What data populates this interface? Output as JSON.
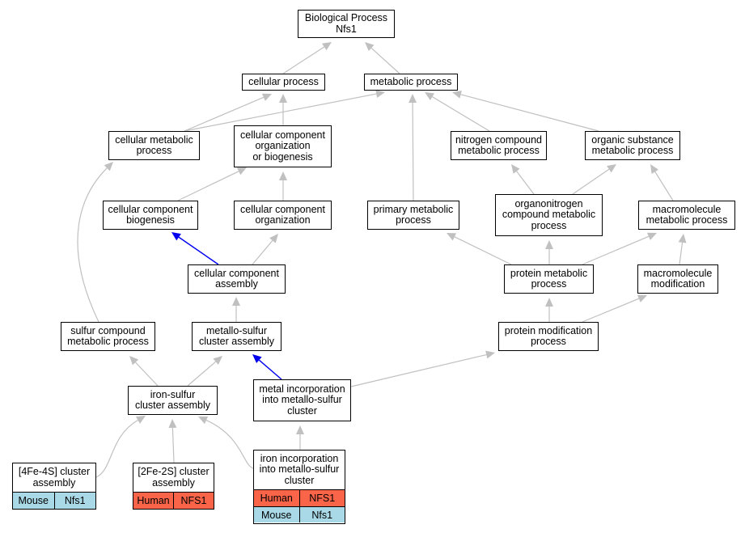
{
  "diagram": {
    "colors": {
      "edge": "#c0c0c0",
      "highlight_edge": "#0000ee",
      "human": "#fa6448",
      "mouse": "#a9d9e7"
    },
    "nodes": [
      {
        "id": "root",
        "label": "Biological Process\nNfs1"
      },
      {
        "id": "cp",
        "label": "cellular process"
      },
      {
        "id": "mp",
        "label": "metabolic process"
      },
      {
        "id": "cmp",
        "label": "cellular metabolic\nprocess"
      },
      {
        "id": "ccob",
        "label": "cellular component\norganization\nor biogenesis"
      },
      {
        "id": "ncmp",
        "label": "nitrogen compound\nmetabolic process"
      },
      {
        "id": "osmp",
        "label": "organic substance\nmetabolic process"
      },
      {
        "id": "ccb",
        "label": "cellular component\nbiogenesis"
      },
      {
        "id": "cco",
        "label": "cellular component\norganization"
      },
      {
        "id": "pmp",
        "label": "primary metabolic\nprocess"
      },
      {
        "id": "oncmp",
        "label": "organonitrogen\ncompound metabolic\nprocess"
      },
      {
        "id": "mmp",
        "label": "macromolecule\nmetabolic process"
      },
      {
        "id": "cca",
        "label": "cellular component\nassembly"
      },
      {
        "id": "prmp",
        "label": "protein metabolic\nprocess"
      },
      {
        "id": "mm",
        "label": "macromolecule\nmodification"
      },
      {
        "id": "scmp",
        "label": "sulfur compound\nmetabolic process"
      },
      {
        "id": "msca",
        "label": "metallo-sulfur\ncluster assembly"
      },
      {
        "id": "pmod",
        "label": "protein modification\nprocess"
      },
      {
        "id": "isca",
        "label": "iron-sulfur\ncluster assembly"
      },
      {
        "id": "mimsc",
        "label": "metal incorporation\ninto metallo-sulfur\ncluster"
      }
    ],
    "annotated": [
      {
        "id": "fe4s",
        "label": "[4Fe-4S] cluster\nassembly",
        "rows": [
          {
            "species": "Mouse",
            "gene": "Nfs1",
            "kind": "mouse"
          }
        ]
      },
      {
        "id": "fe2s",
        "label": "[2Fe-2S] cluster\nassembly",
        "rows": [
          {
            "species": "Human",
            "gene": "NFS1",
            "kind": "human"
          }
        ]
      },
      {
        "id": "iimsc",
        "label": "iron incorporation\ninto metallo-sulfur\ncluster",
        "rows": [
          {
            "species": "Human",
            "gene": "NFS1",
            "kind": "human"
          },
          {
            "species": "Mouse",
            "gene": "Nfs1",
            "kind": "mouse"
          }
        ]
      }
    ],
    "edges": [
      {
        "from": "cp",
        "to": "root"
      },
      {
        "from": "mp",
        "to": "root"
      },
      {
        "from": "cmp",
        "to": "cp"
      },
      {
        "from": "cmp",
        "to": "mp"
      },
      {
        "from": "ccob",
        "to": "cp"
      },
      {
        "from": "ncmp",
        "to": "mp"
      },
      {
        "from": "osmp",
        "to": "mp"
      },
      {
        "from": "pmp",
        "to": "mp"
      },
      {
        "from": "ccb",
        "to": "ccob"
      },
      {
        "from": "cco",
        "to": "ccob"
      },
      {
        "from": "oncmp",
        "to": "ncmp"
      },
      {
        "from": "oncmp",
        "to": "osmp"
      },
      {
        "from": "mmp",
        "to": "osmp"
      },
      {
        "from": "cca",
        "to": "ccb",
        "highlight": true
      },
      {
        "from": "cca",
        "to": "cco"
      },
      {
        "from": "prmp",
        "to": "pmp"
      },
      {
        "from": "prmp",
        "to": "oncmp"
      },
      {
        "from": "prmp",
        "to": "mmp"
      },
      {
        "from": "mm",
        "to": "mmp"
      },
      {
        "from": "scmp",
        "to": "cmp"
      },
      {
        "from": "msca",
        "to": "cca"
      },
      {
        "from": "pmod",
        "to": "prmp"
      },
      {
        "from": "pmod",
        "to": "mm"
      },
      {
        "from": "isca",
        "to": "scmp"
      },
      {
        "from": "isca",
        "to": "msca"
      },
      {
        "from": "mimsc",
        "to": "msca",
        "highlight": true
      },
      {
        "from": "mimsc",
        "to": "pmod"
      },
      {
        "from": "fe4s",
        "to": "isca"
      },
      {
        "from": "fe2s",
        "to": "isca"
      },
      {
        "from": "iimsc",
        "to": "isca"
      },
      {
        "from": "iimsc",
        "to": "mimsc"
      }
    ]
  }
}
